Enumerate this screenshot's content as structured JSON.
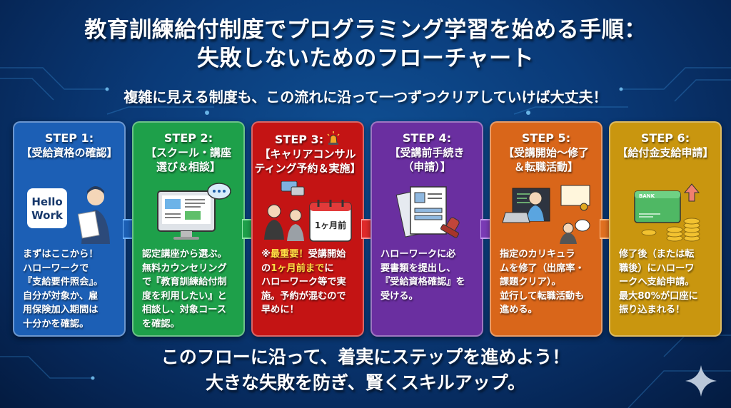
{
  "header": {
    "title_line1": "教育訓練給付制度でプログラミング学習を始める手順：",
    "title_line2": "失敗しないためのフローチャート",
    "subtitle": "複雑に見える制度も、この流れに沿って一つずつクリアしていけば大丈夫！"
  },
  "steps": [
    {
      "step_label": "STEP 1:",
      "title": "【受給資格の確認】",
      "color": "#1c5fb5",
      "icon": "hellowork-logo-and-person-with-clipboard",
      "logo_text_line1": "Hello",
      "logo_text_line2": "Work",
      "body": "まずはここから！\nハローワークで\n『支給要件照会』。\n自分が対象か、雇\n用保険加入期間は\n十分かを確認。"
    },
    {
      "step_label": "STEP 2:",
      "title": "【スクール・講座\n選び＆相談】",
      "color": "#1ea04a",
      "icon": "computer-monitor-with-chat-bubble",
      "body": "認定講座から選ぶ。\n無料カウンセリング\nで『教育訓練給付制\n度を利用したい』と\n相談し、対象コース\nを確認。"
    },
    {
      "step_label": "STEP 3:",
      "title": "【キャリアコンサル\nティング予約＆実施】",
      "color": "#c41414",
      "icon": "consultation-and-calendar",
      "alert_icon": "warning-siren-icon",
      "calendar_text": "1ヶ月前",
      "body_prefix": "※",
      "body_highlight1": "最重要！",
      "body_part2": "受講開始\nの",
      "body_highlight2": "1ヶ月前まで",
      "body_part3": "に\nハローワーク等で実\n施。予約が混むので\n早めに！"
    },
    {
      "step_label": "STEP 4:",
      "title": "【受講前手続き\n（申請）】",
      "color": "#6a2fa0",
      "icon": "documents-and-stamp",
      "body": "ハローワークに必\n要書類を提出し、\n『受給資格確認』を\n受ける。"
    },
    {
      "step_label": "STEP 5:",
      "title": "【受講開始〜修了\n＆転職活動】",
      "color": "#d9661a",
      "icon": "laptop-learner-certificate-interview",
      "body": "指定のカリキュラ\nムを修了（出席率・\n課題クリア）。\n並行して転職活動も\n進める。"
    },
    {
      "step_label": "STEP 6:",
      "title": "【給付金支給申請】",
      "color": "#c9960f",
      "icon": "bank-card-and-coins",
      "bank_text": "BANK",
      "body": "修了後（または転\n職後）にハローワ\nークへ支給申請。\n最大80%が口座に\n振り込まれる！"
    }
  ],
  "footer": {
    "line1": "このフローに沿って、着実にステップを進めよう！",
    "line2": "大きな失敗を防ぎ、賢くスキルアップ。"
  },
  "decor": {
    "sparkle_icon": "sparkle-icon",
    "highlight_color": "#ffe044"
  }
}
